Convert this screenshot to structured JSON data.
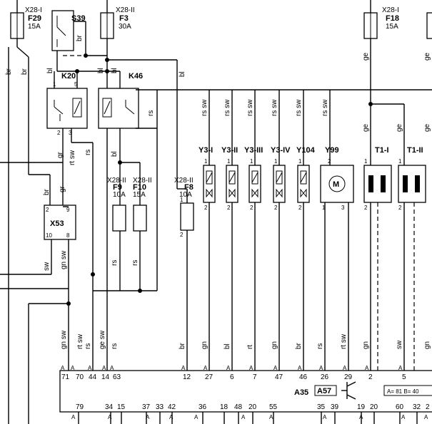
{
  "diagram": {
    "fuses": [
      {
        "id": "F29",
        "conn": "X28-I",
        "rating": "15A"
      },
      {
        "id": "F3",
        "conn": "X28-II",
        "rating": "30A"
      },
      {
        "id": "F18",
        "conn": "X28-I",
        "rating": "15A"
      },
      {
        "id": "F9",
        "conn": "X28-II",
        "rating": "10A"
      },
      {
        "id": "F10",
        "conn": "X28-II",
        "rating": "15A"
      },
      {
        "id": "F8",
        "conn": "X28-II",
        "rating": "10A"
      }
    ],
    "switch": "S39",
    "relays": [
      "K20",
      "K46"
    ],
    "connector": "X53",
    "valves": [
      "Y3-I",
      "Y3-II",
      "Y3-III",
      "Y3-IV",
      "Y104"
    ],
    "motor": {
      "id": "Y99",
      "symbol": "M"
    },
    "transformers": [
      "T1-I",
      "T1-II"
    ],
    "module": {
      "id": "A35",
      "ref": "A57",
      "info": "A= 81  B= 40"
    },
    "wire_colors": [
      "br",
      "bl",
      "rs",
      "gr",
      "rt sw",
      "sw",
      "gn sw",
      "ge sw",
      "rs sw",
      "ge",
      "gn",
      "rt",
      "rs sw"
    ],
    "pins_top": [
      "71",
      "70",
      "44",
      "14",
      "63",
      "12",
      "27",
      "6",
      "7",
      "47",
      "46",
      "26",
      "29",
      "2",
      "5"
    ],
    "pins_bottom": [
      "79",
      "34",
      "15",
      "37",
      "33",
      "42",
      "36",
      "18",
      "48",
      "20",
      "55",
      "35",
      "39",
      "19",
      "20",
      "60",
      "32",
      "2"
    ],
    "pin_side": "A",
    "pin_numbers": [
      "1",
      "2",
      "3",
      "5",
      "9",
      "10",
      "8"
    ]
  }
}
